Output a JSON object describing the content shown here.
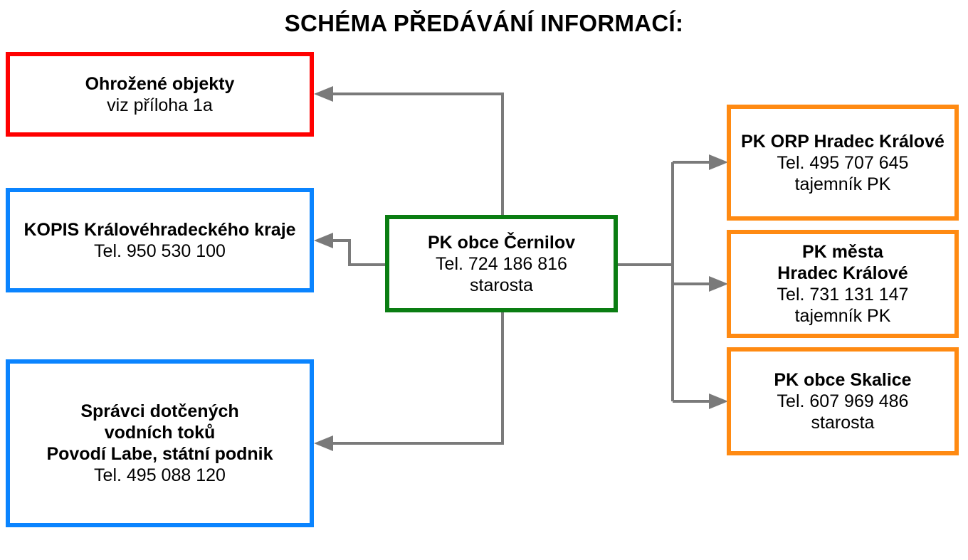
{
  "title": "SCHÉMA PŘEDÁVÁNÍ INFORMACÍ:",
  "colors": {
    "threat_border": "#ff0000",
    "authority_border": "#0a84ff",
    "center_border": "#0a7d12",
    "partner_border": "#ff8a12",
    "connector": "#7a7a7a"
  },
  "center": {
    "name": "PK obce Černilov",
    "phone": "Tel. 724 186 816",
    "role": "starosta"
  },
  "left": {
    "threatened": {
      "name": "Ohrožené objekty",
      "note": "viz příloha 1a"
    },
    "kopis": {
      "name": "KOPIS Královéhradeckého kraje",
      "phone": "Tel. 950 530 100"
    },
    "water": {
      "line1": "Správci dotčených",
      "line2": "vodních toků",
      "line3": "Povodí Labe, státní podnik",
      "phone": "Tel. 495 088 120"
    }
  },
  "right": {
    "orp": {
      "name": "PK ORP Hradec Králové",
      "phone": "Tel. 495 707 645",
      "role": "tajemník PK"
    },
    "city": {
      "line1": "PK města",
      "line2": "Hradec Králové",
      "phone": "Tel. 731 131 147",
      "role": "tajemník PK"
    },
    "skalice": {
      "name": "PK obce Skalice",
      "phone": "Tel. 607 969 486",
      "role": "starosta"
    }
  }
}
